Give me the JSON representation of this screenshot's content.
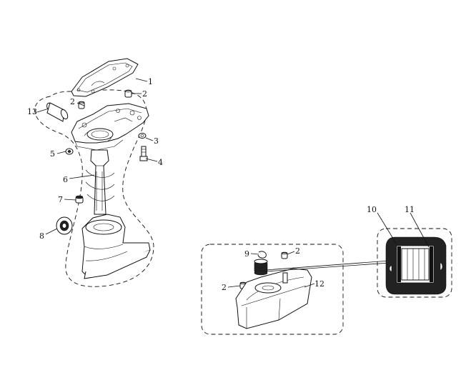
{
  "callouts": [
    {
      "id": "c1",
      "text": "1"
    },
    {
      "id": "c2a",
      "text": "2"
    },
    {
      "id": "c2b",
      "text": "2"
    },
    {
      "id": "c3",
      "text": "3"
    },
    {
      "id": "c4",
      "text": "4"
    },
    {
      "id": "c5",
      "text": "5"
    },
    {
      "id": "c6",
      "text": "6"
    },
    {
      "id": "c7",
      "text": "7"
    },
    {
      "id": "c8",
      "text": "8"
    },
    {
      "id": "c9",
      "text": "9"
    },
    {
      "id": "c2c",
      "text": "2"
    },
    {
      "id": "c2d",
      "text": "2"
    },
    {
      "id": "c10",
      "text": "10"
    },
    {
      "id": "c11",
      "text": "11"
    },
    {
      "id": "c12",
      "text": "12"
    },
    {
      "id": "c13",
      "text": "13"
    }
  ]
}
